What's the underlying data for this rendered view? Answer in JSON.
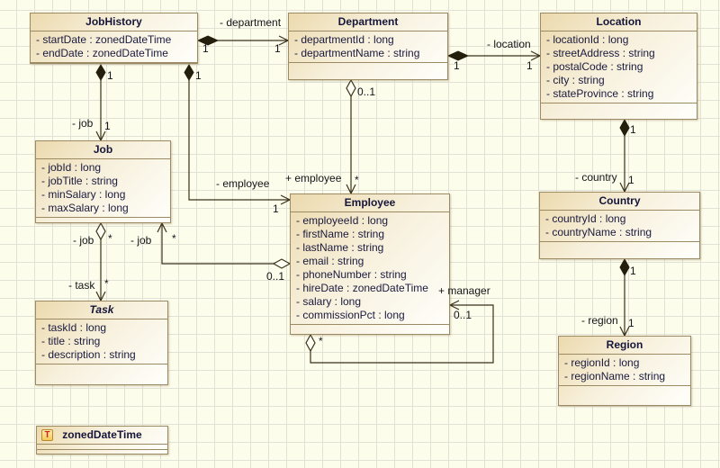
{
  "diagram": {
    "classes": {
      "jobHistory": {
        "name": "JobHistory",
        "attributes": [
          "- startDate : zonedDateTime",
          "- endDate : zonedDateTime"
        ]
      },
      "department": {
        "name": "Department",
        "attributes": [
          "- departmentId : long",
          "- departmentName : string"
        ]
      },
      "location": {
        "name": "Location",
        "attributes": [
          "- locationId : long",
          "- streetAddress : string",
          "- postalCode : string",
          "- city : string",
          "- stateProvince : string"
        ]
      },
      "job": {
        "name": "Job",
        "attributes": [
          "- jobId : long",
          "- jobTitle : string",
          "- minSalary : long",
          "- maxSalary : long"
        ]
      },
      "employee": {
        "name": "Employee",
        "attributes": [
          "- employeeId : long",
          "- firstName : string",
          "- lastName : string",
          "- email : string",
          "- phoneNumber : string",
          "- hireDate : zonedDateTime",
          "- salary : long",
          "- commissionPct : long"
        ]
      },
      "country": {
        "name": "Country",
        "attributes": [
          "- countryId : long",
          "- countryName : string"
        ]
      },
      "region": {
        "name": "Region",
        "attributes": [
          "- regionId : long",
          "- regionName : string"
        ]
      },
      "task": {
        "name": "Task",
        "attributes": [
          "- taskId : long",
          "- title : string",
          "- description : string"
        ]
      },
      "zonedDateTime": {
        "name": "zonedDateTime",
        "icon": "T"
      }
    },
    "associations": {
      "jobHistory_department": {
        "name": "- department",
        "sourceMult": "1",
        "targetMult": "1"
      },
      "department_location": {
        "name": "- location",
        "sourceMult": "1",
        "targetMult": "1"
      },
      "jobHistory_job": {
        "name": "- job",
        "sourceMult": "1",
        "targetMult": "1"
      },
      "jobHistory_employee": {
        "name": "- employee",
        "sourceMult": "1",
        "targetMult": "1"
      },
      "department_employee": {
        "name": "+ employee",
        "sourceMult": "0..1",
        "targetMult": "*"
      },
      "job_task": {
        "sourceName": "- job",
        "sourceMult": "*",
        "targetName": "- task",
        "targetMult": "*"
      },
      "employee_job": {
        "name": "- job",
        "sourceMult": "0..1",
        "targetMult": "*"
      },
      "employee_manager": {
        "name": "+ manager",
        "sourceMult": "*",
        "targetMult": "0..1"
      },
      "location_country": {
        "name": "- country",
        "sourceMult": "1",
        "targetMult": "1"
      },
      "country_region": {
        "name": "- region",
        "sourceMult": "1",
        "targetMult": "1"
      }
    },
    "colors": {
      "canvas_bg": "#fdfdec",
      "grid_line": "#e1e1d5",
      "box_fill_top": "#ecdaae",
      "box_border": "#9b8a62",
      "connector": "#3a3118",
      "datatype_icon_letter": "#cc2222",
      "datatype_icon_bg": "#f3c95d"
    }
  }
}
